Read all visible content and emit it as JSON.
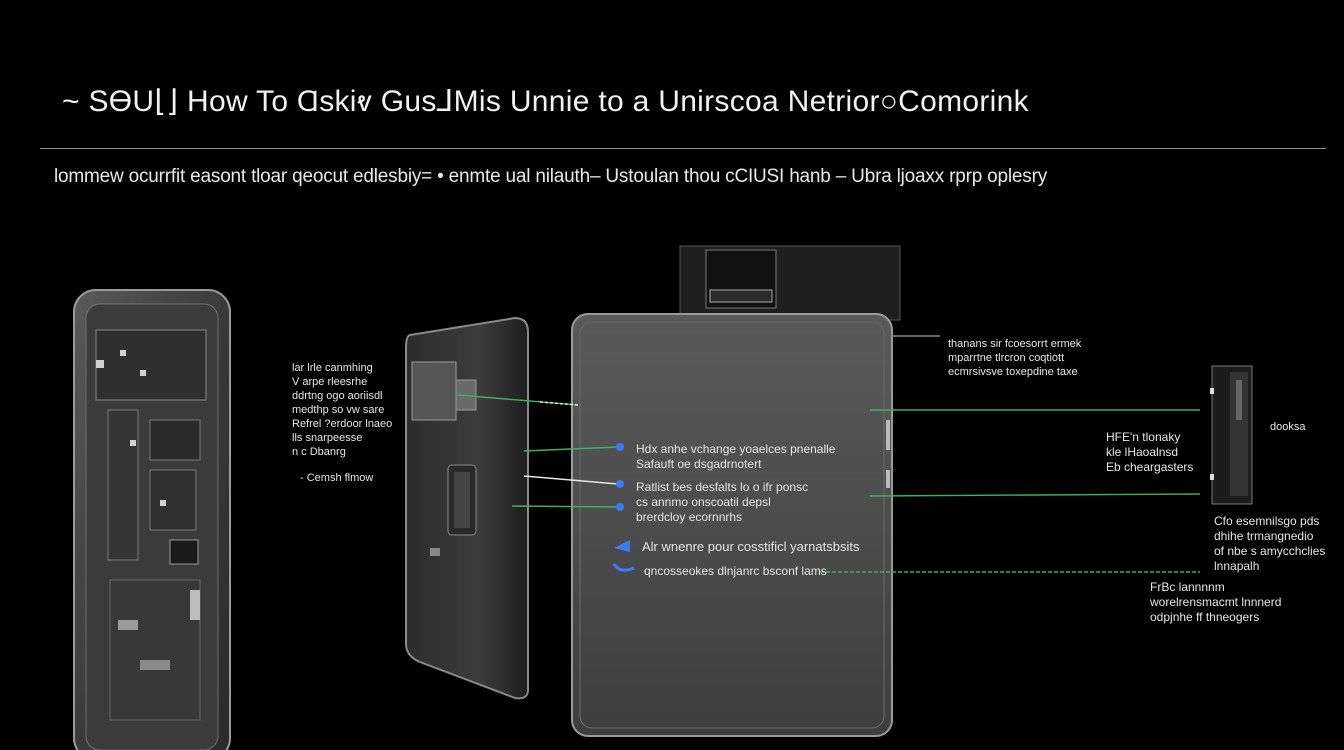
{
  "header": {
    "title": "~ SƟU⌊⌋ How To Ɑskiⱴ Gus⅃Mis Unnie  to a Unirscoa Netrior○Comorink",
    "subtitle": "lommew ocurrfit easont tloar qeocut edlesbiy= • enmte ual nilauth– Ustoulan thou  cCIUSI hanb  – Ubra ljoaxx  rprp oplesry"
  },
  "labels": {
    "left_panel": "lar lrle canmhing\nV arpe rleesrhe\nddrtng ogo aoriisdl\nmedthp so vw sare\nRefrel ?erdoor lnaeo\nlls snarpeesse\nn c Dbanrg",
    "left_small": "- Cemsh flmow",
    "mid_1": "Hdx anhe vchange yoaelces pnenalle\nSafauft oe dsgadrnotert",
    "mid_2": "Ratlist bes desfalts lo o ifr ponsc\ncs annmo onscoatil depsl\nbrerdcloy ecornnrhs",
    "mid_3": "Alr wnenre pour cosstificl yarnatsbsits",
    "mid_4": "qncosseokes dlnjanrc bsconf lams",
    "top_right": "thanans sir fcoesorrt ermek\nmparrtne tlrcron coqtiott\necmrsivsve toxepdine taxe",
    "right_1": "HFE'n tlonaky\nkle lHaoalnsd\nEb cheargasters",
    "right_2": "dooksa",
    "right_3": "Cfo esemnilsgo pds\ndhihe trmangnedio\nof nbe s amycchclies\nlnnapalh",
    "right_4": "FrBc lannnnm\nworelrensmacmt lnnnerd\nodpjnhe ff thneogers"
  },
  "colors": {
    "background": "#000000",
    "connector": "#3fae6a",
    "marker": "#3a7bff",
    "device_body": "#4a4a4a",
    "text": "#e6e6e6"
  }
}
